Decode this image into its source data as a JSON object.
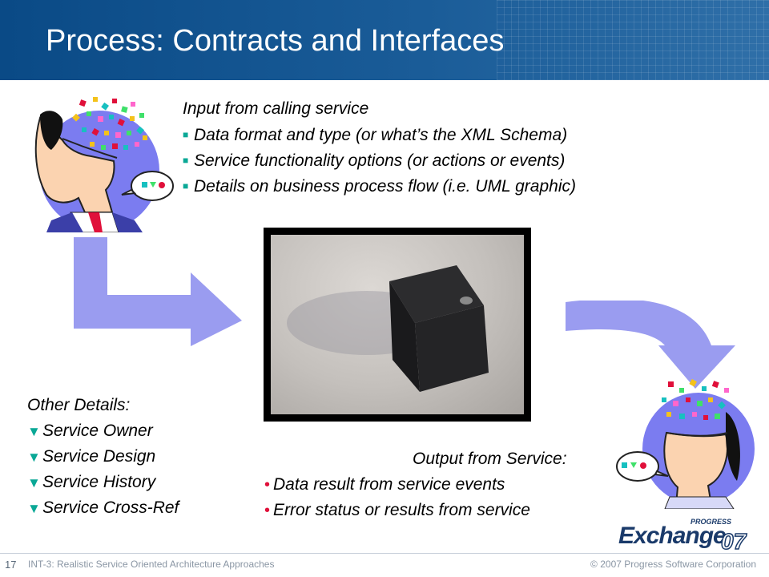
{
  "slide": {
    "title": "Process: Contracts and Interfaces",
    "slide_number": "17",
    "footer_left": "INT-3:  Realistic Service Oriented Architecture Approaches",
    "footer_right": "© 2007 Progress Software Corporation"
  },
  "input_block": {
    "heading": "Input from calling service",
    "items": [
      "Data format and type (or what’s the XML Schema)",
      "Service functionality options (or actions or events)",
      "Details on business process flow (i.e. UML graphic)"
    ]
  },
  "other_details": {
    "heading": "Other Details:",
    "items": [
      "Service Owner",
      "Service Design",
      "Service History",
      "Service Cross-Ref"
    ]
  },
  "output_block": {
    "heading": "Output from Service:",
    "items": [
      "Data result from service events",
      "Error status or results from service"
    ]
  },
  "logo": {
    "brand": "PROGRESS",
    "product": "Exchange",
    "year": "07"
  },
  "colors": {
    "header": "#0a4a86",
    "arrow": "#9a9cf0",
    "bullet": "#0aa896",
    "head_circle": "#7b7cf0"
  },
  "icons": {
    "square_bullet": "■",
    "triangle_bullet": "▼",
    "dot_bullet": "•"
  }
}
